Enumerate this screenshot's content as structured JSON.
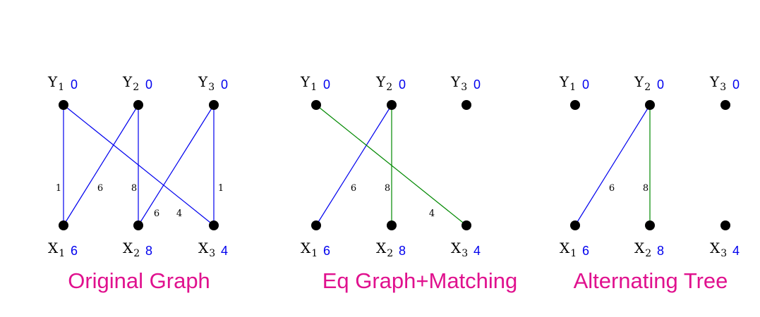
{
  "colors": {
    "vertex": "#000000",
    "label": "#0000ee",
    "edge_blue": "#0000ee",
    "edge_green": "#008800",
    "title": "#e0118e"
  },
  "panels": [
    {
      "title": "Original Graph",
      "y_vertices": [
        {
          "name": "Y",
          "sub": "1",
          "label": "0"
        },
        {
          "name": "Y",
          "sub": "2",
          "label": "0"
        },
        {
          "name": "Y",
          "sub": "3",
          "label": "0"
        }
      ],
      "x_vertices": [
        {
          "name": "X",
          "sub": "1",
          "label": "6"
        },
        {
          "name": "X",
          "sub": "2",
          "label": "8"
        },
        {
          "name": "X",
          "sub": "3",
          "label": "4"
        }
      ],
      "edges": [
        {
          "from": "X1",
          "to": "Y1",
          "weight": "1",
          "color": "blue"
        },
        {
          "from": "X1",
          "to": "Y2",
          "weight": "6",
          "color": "blue"
        },
        {
          "from": "X2",
          "to": "Y2",
          "weight": "8",
          "color": "blue"
        },
        {
          "from": "X2",
          "to": "Y3",
          "weight": "6",
          "color": "blue"
        },
        {
          "from": "X3",
          "to": "Y1",
          "weight": "4",
          "color": "blue"
        },
        {
          "from": "X3",
          "to": "Y3",
          "weight": "1",
          "color": "blue"
        }
      ]
    },
    {
      "title": "Eq Graph+Matching",
      "y_vertices": [
        {
          "name": "Y",
          "sub": "1",
          "label": "0"
        },
        {
          "name": "Y",
          "sub": "2",
          "label": "0"
        },
        {
          "name": "Y",
          "sub": "3",
          "label": "0"
        }
      ],
      "x_vertices": [
        {
          "name": "X",
          "sub": "1",
          "label": "6"
        },
        {
          "name": "X",
          "sub": "2",
          "label": "8"
        },
        {
          "name": "X",
          "sub": "3",
          "label": "4"
        }
      ],
      "edges": [
        {
          "from": "X1",
          "to": "Y2",
          "weight": "6",
          "color": "blue"
        },
        {
          "from": "X2",
          "to": "Y2",
          "weight": "8",
          "color": "green"
        },
        {
          "from": "X3",
          "to": "Y1",
          "weight": "4",
          "color": "green"
        }
      ]
    },
    {
      "title": "Alternating Tree",
      "y_vertices": [
        {
          "name": "Y",
          "sub": "1",
          "label": "0"
        },
        {
          "name": "Y",
          "sub": "2",
          "label": "0"
        },
        {
          "name": "Y",
          "sub": "3",
          "label": "0"
        }
      ],
      "x_vertices": [
        {
          "name": "X",
          "sub": "1",
          "label": "6"
        },
        {
          "name": "X",
          "sub": "2",
          "label": "8"
        },
        {
          "name": "X",
          "sub": "3",
          "label": "4"
        }
      ],
      "edges": [
        {
          "from": "X1",
          "to": "Y2",
          "weight": "6",
          "color": "blue"
        },
        {
          "from": "X2",
          "to": "Y2",
          "weight": "8",
          "color": "green"
        }
      ]
    }
  ]
}
